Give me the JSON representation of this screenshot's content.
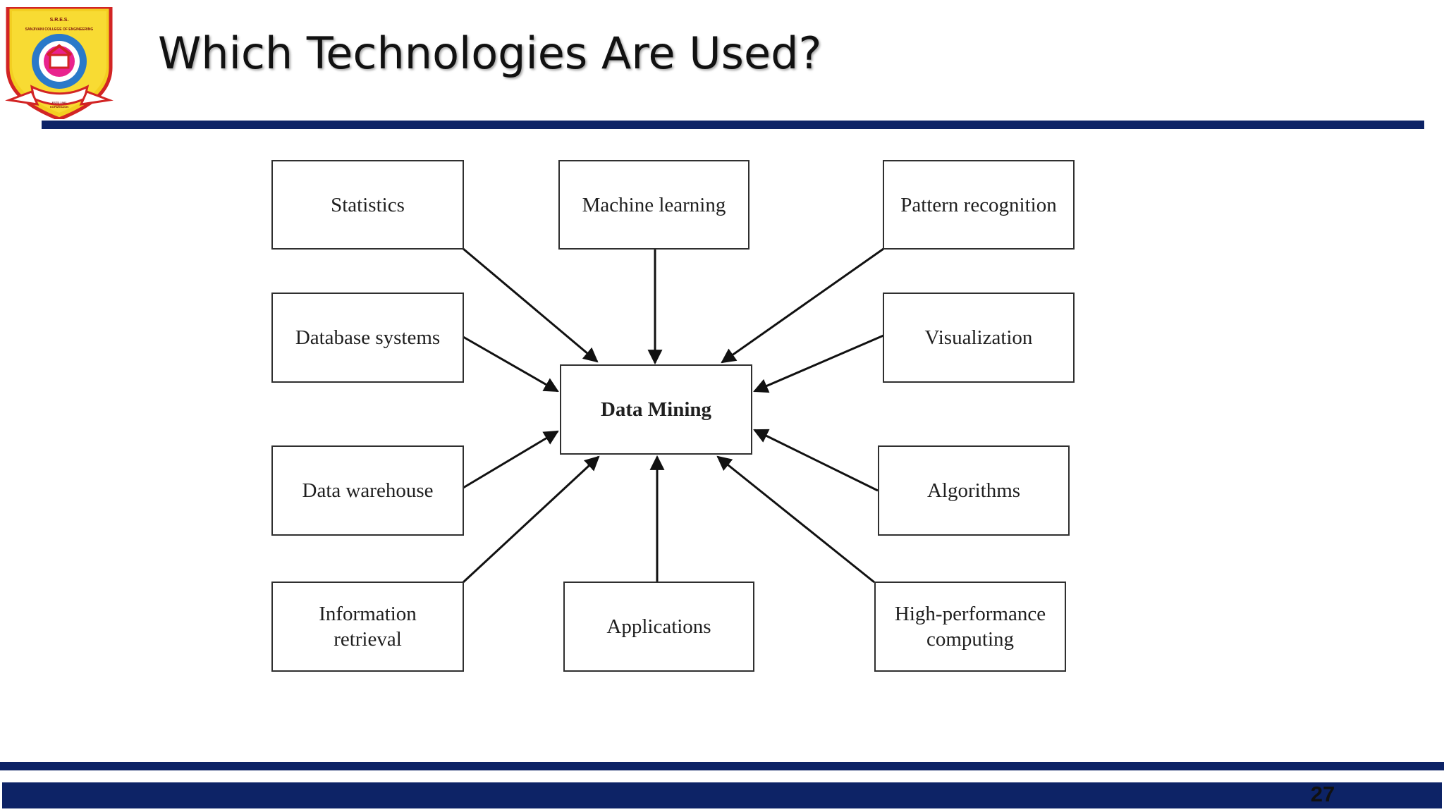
{
  "slide": {
    "title": "Which Technologies Are Used?",
    "page_number": "27",
    "colors": {
      "accent": "#0d2366",
      "box_border": "#2f2f2f",
      "text": "#111111"
    }
  },
  "logo": {
    "icon": "college-seal-logo",
    "text_lines": [
      "S.R.E.S.",
      "SANJIVANI COLLEGE OF ENGINEERING",
      "ESTD 1983",
      "KOPARGAON"
    ]
  },
  "diagram": {
    "center": "Data Mining",
    "nodes": {
      "statistics": "Statistics",
      "machine_learning": "Machine learning",
      "pattern_recognition": "Pattern recognition",
      "database_systems": "Database systems",
      "visualization": "Visualization",
      "data_warehouse": "Data warehouse",
      "algorithms": "Algorithms",
      "information_retrieval": "Information\nretrieval",
      "applications": "Applications",
      "high_performance_computing": "High-performance\ncomputing"
    }
  }
}
